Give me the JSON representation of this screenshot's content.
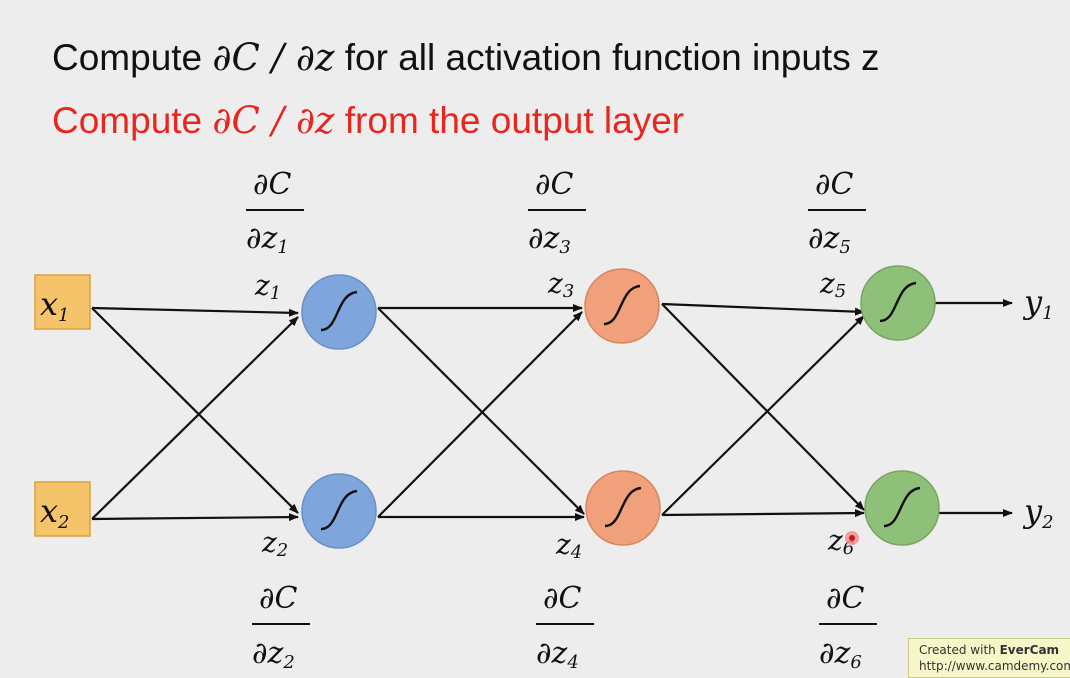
{
  "title_line1": {
    "prefix": "Compute ",
    "math": "∂C / ∂z",
    "suffix": " for all activation function inputs z"
  },
  "title_line2": {
    "prefix": "Compute ",
    "math": "∂C / ∂z",
    "suffix": " from the output layer"
  },
  "colors": {
    "title_red": "#e8261e",
    "layer1": "#7ea6dc",
    "layer2": "#f0a07a",
    "layer3": "#8fc07a",
    "input_box": "#f5c46a"
  },
  "inputs": [
    {
      "name": "x",
      "sub": "1"
    },
    {
      "name": "x",
      "sub": "2"
    }
  ],
  "outputs": [
    {
      "name": "y",
      "sub": "1"
    },
    {
      "name": "y",
      "sub": "2"
    }
  ],
  "neurons": [
    {
      "z": "z",
      "sub": "1",
      "num": "∂C",
      "den": "∂z",
      "den_sub": "1"
    },
    {
      "z": "z",
      "sub": "2",
      "num": "∂C",
      "den": "∂z",
      "den_sub": "2"
    },
    {
      "z": "z",
      "sub": "3",
      "num": "∂C",
      "den": "∂z",
      "den_sub": "3"
    },
    {
      "z": "z",
      "sub": "4",
      "num": "∂C",
      "den": "∂z",
      "den_sub": "4"
    },
    {
      "z": "z",
      "sub": "5",
      "num": "∂C",
      "den": "∂z",
      "den_sub": "5"
    },
    {
      "z": "z",
      "sub": "6",
      "num": "∂C",
      "den": "∂z",
      "den_sub": "6"
    }
  ],
  "activation_icon": "sigmoid-curve-icon",
  "watermark": {
    "line1_prefix": "Created with ",
    "line1_brand": "EverCam",
    "line2": "http://www.camdemy.com"
  }
}
